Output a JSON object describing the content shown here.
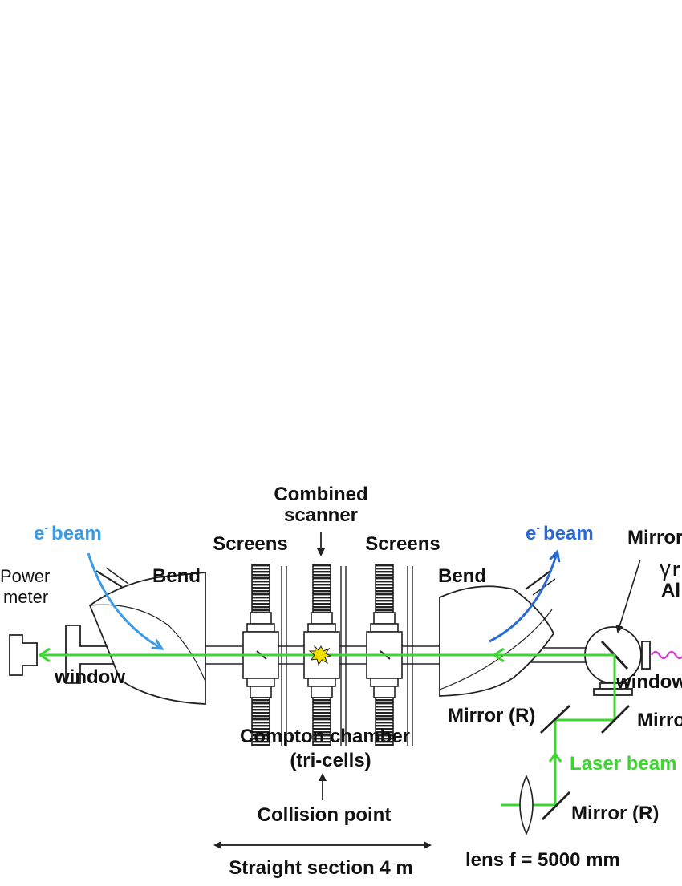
{
  "labels": {
    "combined": "Combined",
    "scanner": "scanner",
    "screens_left": "Screens",
    "screens_right": "Screens",
    "ebeam_left": "e",
    "ebeam_right": "e",
    "ebeam_sup": "-",
    "beam_word": "beam",
    "bend_left": "Bend",
    "bend_right": "Bend",
    "power": "Power",
    "meter": "meter",
    "window_left": "window",
    "window_right": "window",
    "mirror_top": "Mirror",
    "gamma": "γ",
    "gamma_tail": "r",
    "al": "Al",
    "mirror_r1": "Mirror (R)",
    "mirror_r2": "Mirror (R)",
    "mirror_cut": "Mirro",
    "laser_beam": "Laser beam",
    "compton1": "Compton chamber",
    "compton2": "(tri-cells)",
    "collision": "Collision point",
    "straight": "Straight section 4 m",
    "lens": "lens  f = 5000 mm"
  },
  "colors": {
    "laser": "#3bd62f",
    "ebeam_left": "#3a9ae6",
    "ebeam_right": "#2a6ad6",
    "gamma_wave": "#d23ad2",
    "outline": "#222222",
    "flash": "#f2e000"
  }
}
